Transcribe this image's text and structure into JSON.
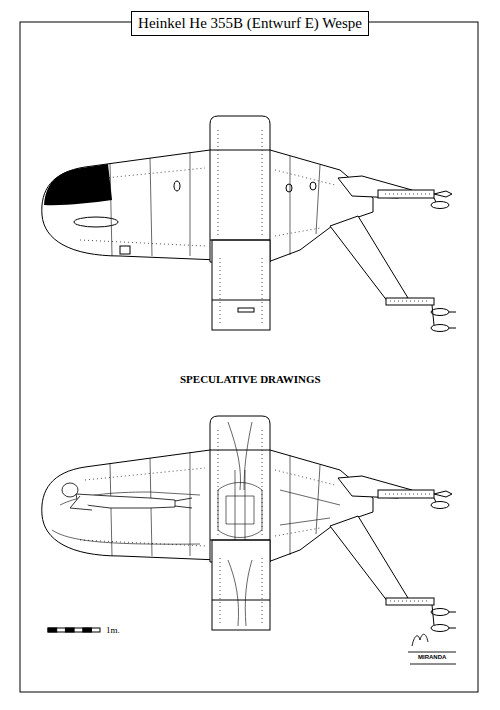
{
  "diagram": {
    "title": "Heinkel He 355B (Entwurf E) Wespe",
    "nodes": [
      {
        "text": [
          "Heinkel He 355B (Entwurf E) Wespe"
        ]
      }
    ],
    "labels": [
      "SPECULATIVE DRAWINGS",
      "1m.",
      "MIRANDA"
    ]
  }
}
